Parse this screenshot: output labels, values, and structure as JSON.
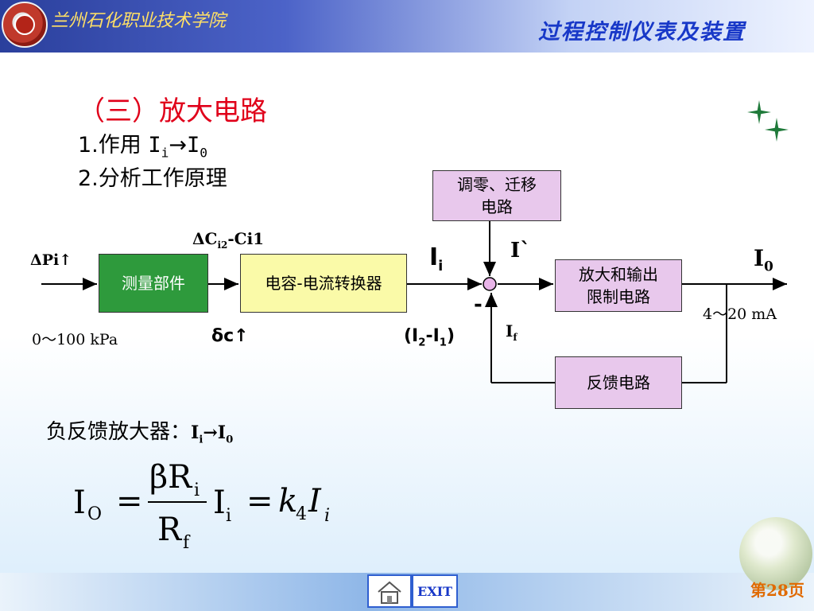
{
  "header": {
    "school": "兰州石化职业技术学院",
    "course": "过程控制仪表及装置"
  },
  "content": {
    "title": "（三）放大电路",
    "line1_prefix": "1.作用 ",
    "line1_a": "I",
    "line1_a_sub": "i",
    "line1_arrow": "→",
    "line1_b": "I",
    "line1_b_sub": "0",
    "line2": "2.分析工作原理"
  },
  "diagram": {
    "boxes": {
      "measure": "测量部件",
      "converter": "电容-电流转换器",
      "zero_adjust_l1": "调零、迁移",
      "zero_adjust_l2": "电路",
      "amplifier_l1": "放大和输出",
      "amplifier_l2": "限制电路",
      "feedback": "反馈电路"
    },
    "labels": {
      "dpi": "ΔPi↑",
      "range_in": "0～100 kPa",
      "dc_pre": "ΔC",
      "dc_sub": "i2",
      "dc_post": "-Ci1",
      "delta_c": "δc↑",
      "ii": "I",
      "ii_sub": "i",
      "i2i1_open": "(I",
      "i2i1_sub2": "2",
      "i2i1_mid": "-I",
      "i2i1_sub1": "1",
      "i2i1_close": ")",
      "iprime": "I`",
      "minus": "-",
      "if": "I",
      "if_sub": "f",
      "i0": "I",
      "i0_sub": "0",
      "range_out": "4～20 mA"
    }
  },
  "negative_feedback": {
    "text": "负反馈放大器：",
    "a": "I",
    "a_sub": "i",
    "arrow": "→",
    "b": "I",
    "b_sub": "0"
  },
  "formula": {
    "lhs": "I",
    "lhs_sub": "O",
    "eq": "=",
    "num": "βR",
    "num_sub": "i",
    "den": "R",
    "den_sub": "f",
    "mid": "I",
    "mid_sub": "i",
    "eq2": "=",
    "k": "k",
    "k_sub": "4",
    "rhs": "I",
    "rhs_sub": "i"
  },
  "footer": {
    "exit": "EXIT",
    "page_pre": "第",
    "page_num": "28",
    "page_post": "页"
  }
}
